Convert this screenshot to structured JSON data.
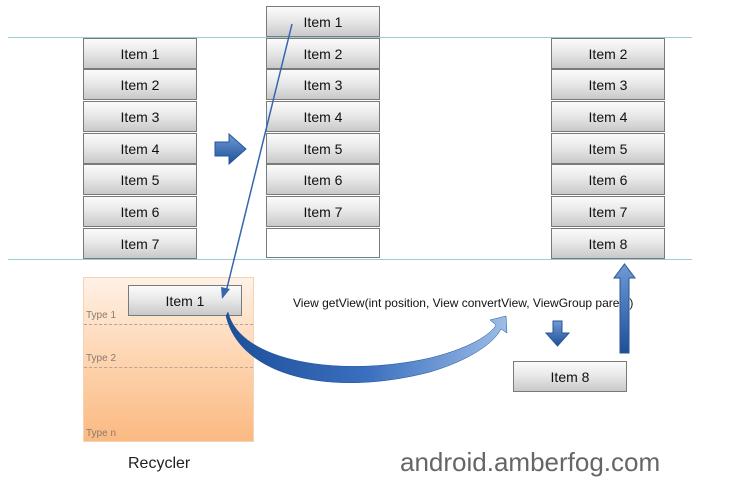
{
  "before_list": {
    "items": [
      "Item 1",
      "Item 2",
      "Item 3",
      "Item 4",
      "Item 5",
      "Item 6",
      "Item 7"
    ]
  },
  "scroll_list": {
    "items": [
      "Item 1",
      "Item 2",
      "Item 3",
      "Item 4",
      "Item 5",
      "Item 6",
      "Item 7"
    ]
  },
  "after_list": {
    "items": [
      "Item 2",
      "Item 3",
      "Item 4",
      "Item 5",
      "Item 6",
      "Item 7",
      "Item 8"
    ]
  },
  "recycler": {
    "caption": "Recycler",
    "recycled_item": "Item 1",
    "type_labels": [
      "Type 1",
      "Type 2",
      "Type n"
    ]
  },
  "get_view_call": "View getView(int position, View convertView, ViewGroup parent)",
  "new_item": "Item 8",
  "site_text": "android.amberfog.com",
  "colors": {
    "arrow_blue": "#2f62a8",
    "recycler_fill": "#fdd2ab",
    "guide_line": "#9ecbd6"
  },
  "icons": [
    "right-arrow-icon",
    "down-arrow-icon",
    "up-arrow-icon",
    "curved-arrow-icon"
  ]
}
